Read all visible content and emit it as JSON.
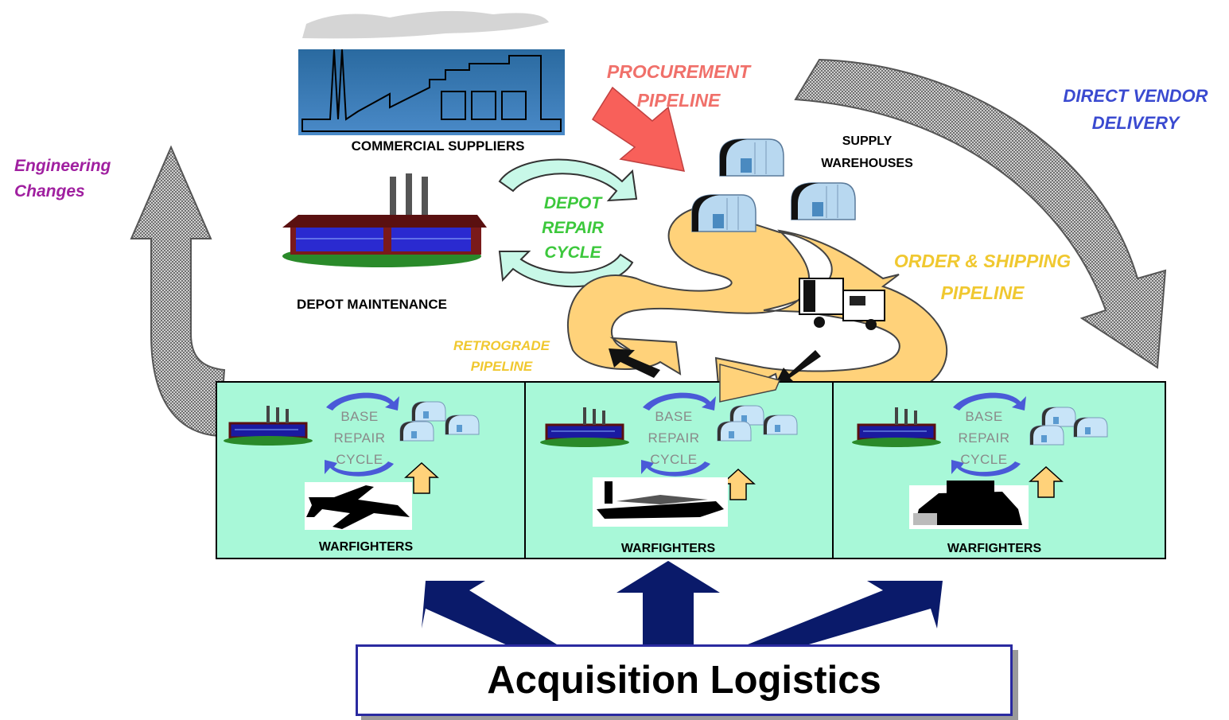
{
  "labels": {
    "commercial_suppliers": "COMMERCIAL SUPPLIERS",
    "procurement_line1": "PROCUREMENT",
    "procurement_line2": "PIPELINE",
    "direct_vendor_line1": "DIRECT VENDOR",
    "direct_vendor_line2": "DELIVERY",
    "engineering_line1": "Engineering",
    "engineering_line2": "Changes",
    "supply_line1": "SUPPLY",
    "supply_line2": "WAREHOUSES",
    "depot_repair_line1": "DEPOT",
    "depot_repair_line2": "REPAIR",
    "depot_repair_line3": "CYCLE",
    "order_shipping_line1": "ORDER & SHIPPING",
    "order_shipping_line2": "PIPELINE",
    "depot_maintenance": "DEPOT MAINTENANCE",
    "retrograde_line1": "RETROGRADE",
    "retrograde_line2": "PIPELINE"
  },
  "panels": [
    {
      "base_line1": "BASE",
      "base_line2": "REPAIR",
      "base_line3": "CYCLE",
      "warfighters": "WARFIGHTERS",
      "platform_icon": "jet-aircraft-icon"
    },
    {
      "base_line1": "BASE",
      "base_line2": "REPAIR",
      "base_line3": "CYCLE",
      "warfighters": "WARFIGHTERS",
      "platform_icon": "aircraft-carrier-icon"
    },
    {
      "base_line1": "BASE",
      "base_line2": "REPAIR",
      "base_line3": "CYCLE",
      "warfighters": "WARFIGHTERS",
      "platform_icon": "tank-icon"
    }
  ],
  "footer": {
    "title": "Acquisition Logistics"
  },
  "colors": {
    "procurement": "#f0706a",
    "direct_vendor": "#3a4ad0",
    "engineering": "#a020a0",
    "depot_repair": "#3cc83c",
    "order_shipping": "#f0c830",
    "panel_fill": "#a8f8d8",
    "road_fill": "#ffd27a",
    "navy_arrows": "#0a1a6a"
  }
}
